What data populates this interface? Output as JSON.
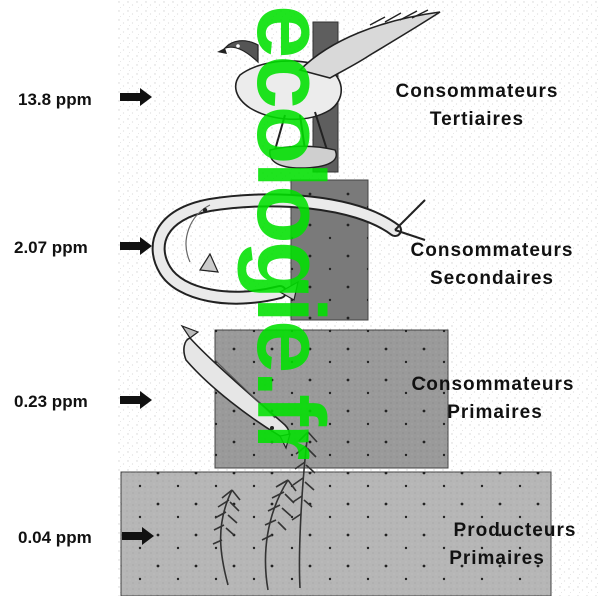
{
  "colors": {
    "background": "#ffffff",
    "speckle": "#d7d7d7",
    "level_dark": "#5e5e5e",
    "level_mid": "#7a7a7a",
    "level_light": "#9a9a9a",
    "level_base": "#b6b6b6",
    "watermark": "#00e000",
    "arrow": "#111111"
  },
  "levels": [
    {
      "concentration": "13.8 ppm",
      "label_line1": "Consommateurs",
      "label_line2": "Tertiaires",
      "organism": "osprey-icon"
    },
    {
      "concentration": "2.07 ppm",
      "label_line1": "Consommateurs",
      "label_line2": "Secondaires",
      "organism": "fish-icon"
    },
    {
      "concentration": "0.23 ppm",
      "label_line1": "Consommateurs",
      "label_line2": "Primaires",
      "organism": "fish-icon"
    },
    {
      "concentration": "0.04 ppm",
      "label_line1": "Producteurs",
      "label_line2": "Primaires",
      "organism": "plant-icon"
    }
  ],
  "watermark_text": "ecologie.fr"
}
